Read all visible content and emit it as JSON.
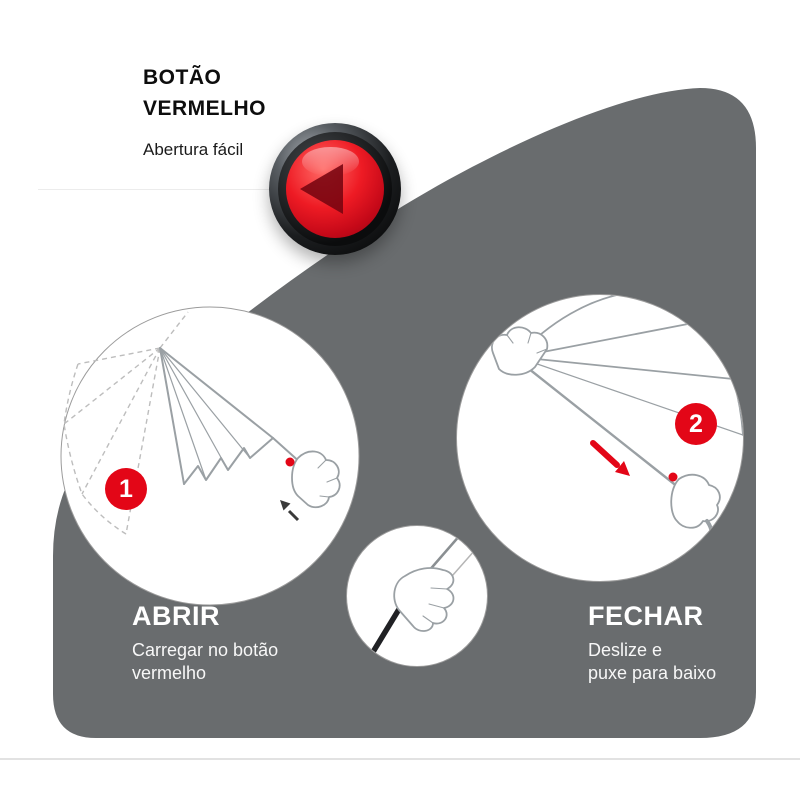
{
  "colors": {
    "blob": "#696c6e",
    "accent": "#e30617",
    "sketch": "#9aa0a4",
    "ghost": "#bdbdbd",
    "text_light": "#ffffff"
  },
  "header": {
    "title_line1": "BOTÃO",
    "title_line2": "VERMELHO",
    "subtitle": "Abertura fácil"
  },
  "steps": {
    "open": {
      "number": "1",
      "title": "ABRIR",
      "description_line1": "Carregar no botão",
      "description_line2": "vermelho"
    },
    "close": {
      "number": "2",
      "title": "FECHAR",
      "description_line1": "Deslize e",
      "description_line2": "puxe para baixo"
    }
  },
  "illustrations": {
    "button_photo": "red-push-button",
    "step1_sketch": "umbrella-opening-with-hand",
    "step2_sketch": "umbrella-closing-slide-down",
    "detail_sketch": "hand-gripping-shaft"
  }
}
